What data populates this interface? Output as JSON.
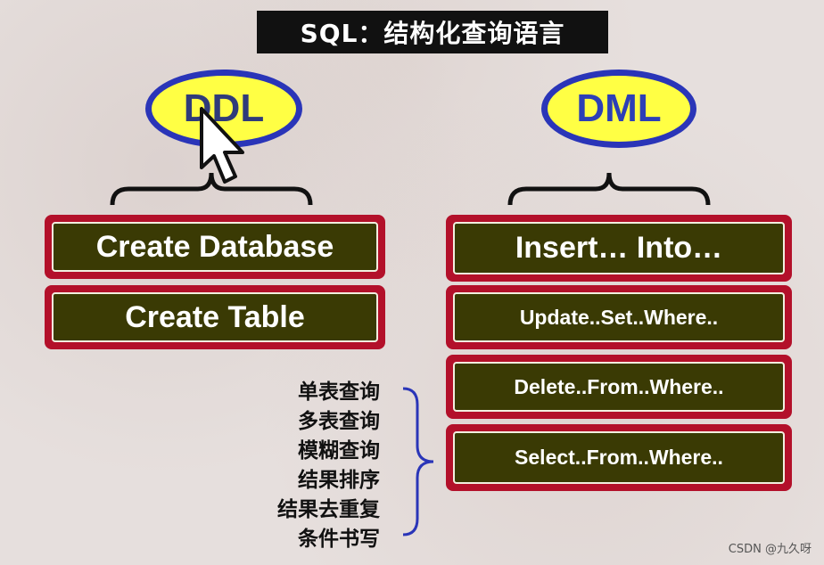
{
  "title": "SQL：结构化查询语言",
  "ddl": {
    "label": "DDL",
    "items": [
      "Create Database",
      "Create Table"
    ]
  },
  "dml": {
    "label": "DML",
    "items": [
      "Insert… Into…",
      "Update..Set..Where..",
      "Delete..From..Where..",
      "Select..From..Where.."
    ]
  },
  "select_features": [
    "单表查询",
    "多表查询",
    "模糊查询",
    "结果排序",
    "结果去重复",
    "条件书写"
  ],
  "watermark": "CSDN @九久呀",
  "colors": {
    "box_fill": "#3a3a04",
    "box_border": "#b3102a",
    "ellipse_fill": "#ffff44",
    "ellipse_border": "#2a35b8"
  }
}
